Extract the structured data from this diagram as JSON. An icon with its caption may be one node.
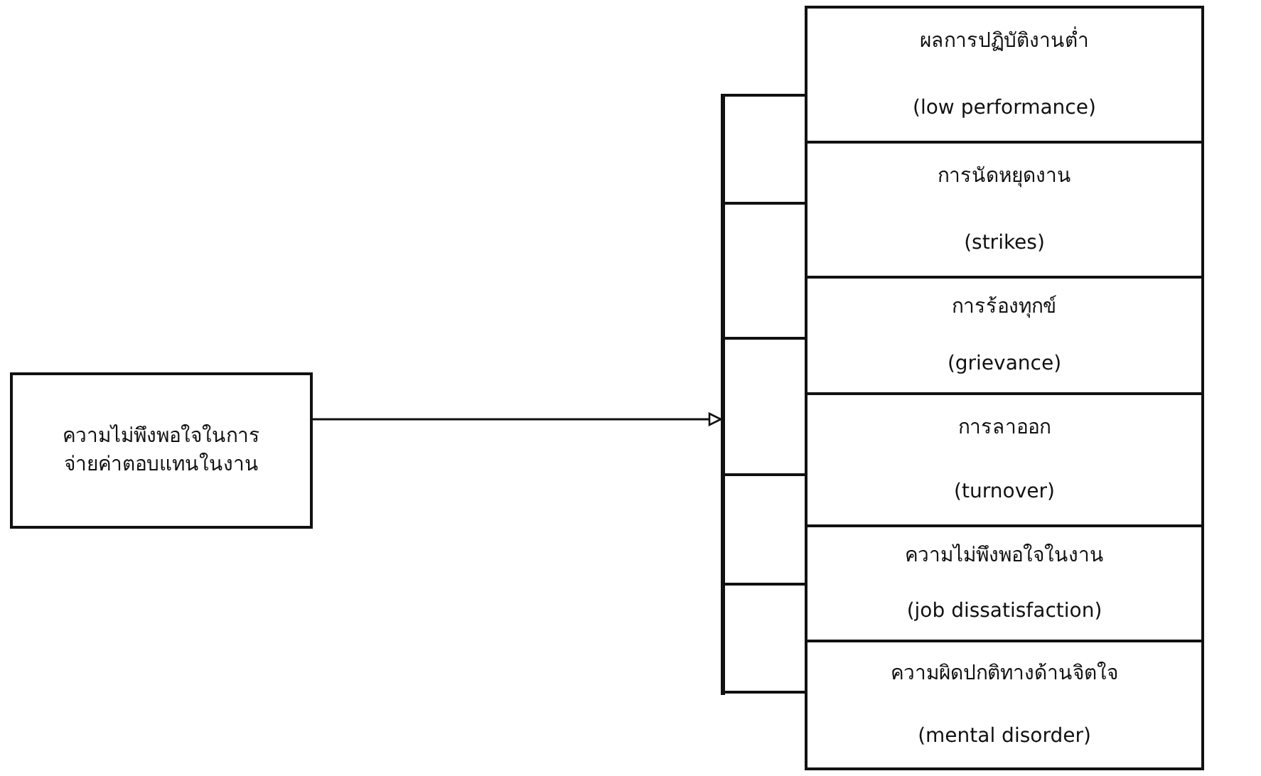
{
  "diagram": {
    "nodes": [
      {
        "text": [
          "ความไม่พึงพอใจในการจ่ายค่าตอบแทนในงาน"
        ]
      },
      {
        "text": [],
        "shape": "bar"
      },
      {
        "text": [
          "ผลการปฏิบัติงานต่ำ",
          "(low performance)"
        ]
      },
      {
        "text": [
          "การนัดหยุดงาน",
          "(strikes)"
        ]
      },
      {
        "text": [
          "การร้องทุกข์",
          "(grievance)"
        ]
      },
      {
        "text": [
          "การลาออก",
          "(turnover)"
        ]
      },
      {
        "text": [
          "ความไม่พึงพอใจในงาน",
          "(job dissatisfaction)"
        ]
      },
      {
        "text": [
          "ความผิดปกติทางด้านจิตใจ",
          "(mental disorder)"
        ]
      }
    ],
    "edges": [
      {
        "from": 0,
        "to": 1,
        "arrow": "to"
      },
      {
        "from": 1,
        "to": 2,
        "arrow": "none"
      },
      {
        "from": 1,
        "to": 3,
        "arrow": "none"
      },
      {
        "from": 1,
        "to": 4,
        "arrow": "none"
      },
      {
        "from": 1,
        "to": 5,
        "arrow": "none"
      },
      {
        "from": 1,
        "to": 6,
        "arrow": "none"
      },
      {
        "from": 1,
        "to": 7,
        "arrow": "none"
      }
    ]
  }
}
